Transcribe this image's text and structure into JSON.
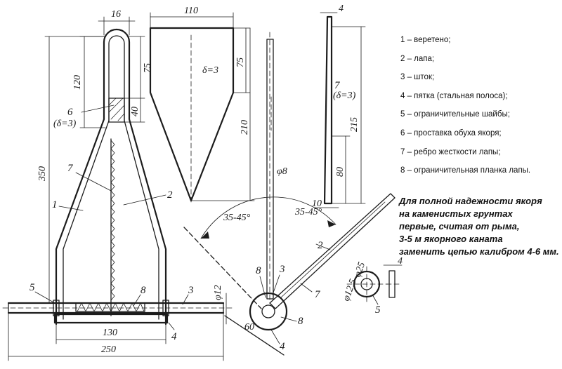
{
  "legend": [
    "1 – веретено;",
    "2 – лапа;",
    "3 – шток;",
    "4 – пятка (стальная полоса);",
    "5 – ограничительные шайбы;",
    "6 – проставка обуха якоря;",
    "7 – ребро жесткости лапы;",
    "8 – ограничительная планка лапы."
  ],
  "note": [
    "Для полной надежности якоря",
    "на каменистых грунтах",
    "первые, считая от рыма,",
    "3-5 м якорного каната",
    "заменить цепью калибром 4-6 мм."
  ],
  "dimensions": {
    "ring_width": "16",
    "top_section": "120",
    "upper_loop": "75",
    "spacer_len": "40",
    "total_height": "350",
    "spacer_label": "6",
    "spacer_thickness": "(δ=3)",
    "fluke_width": "110",
    "fluke_thickness": "δ=3",
    "fluke_upper": "75",
    "fluke_height": "210",
    "stock_diameter": "φ8",
    "rib_thickness_top": "4",
    "rib_label": "7",
    "rib_thickness": "(δ=3)",
    "rib_height": "215",
    "rib_lower": "80",
    "rib_base": "10",
    "angle_left": "35-45°",
    "angle_right": "35-45°",
    "crown_diameter": "φ12",
    "plate_length": "130",
    "overall_width": "250",
    "washer_outer": "φ25",
    "washer_inner": "φ12,5",
    "side_angle": "60",
    "side_view_thickness": "4"
  },
  "part_labels": {
    "p1": "1",
    "p2": "2",
    "p3": "3",
    "p4": "4",
    "p5": "5",
    "p7": "7",
    "p8": "8",
    "s2": "2",
    "s3": "3",
    "s4": "4",
    "s7": "7",
    "s8a": "8",
    "s8b": "8",
    "w5": "5"
  }
}
